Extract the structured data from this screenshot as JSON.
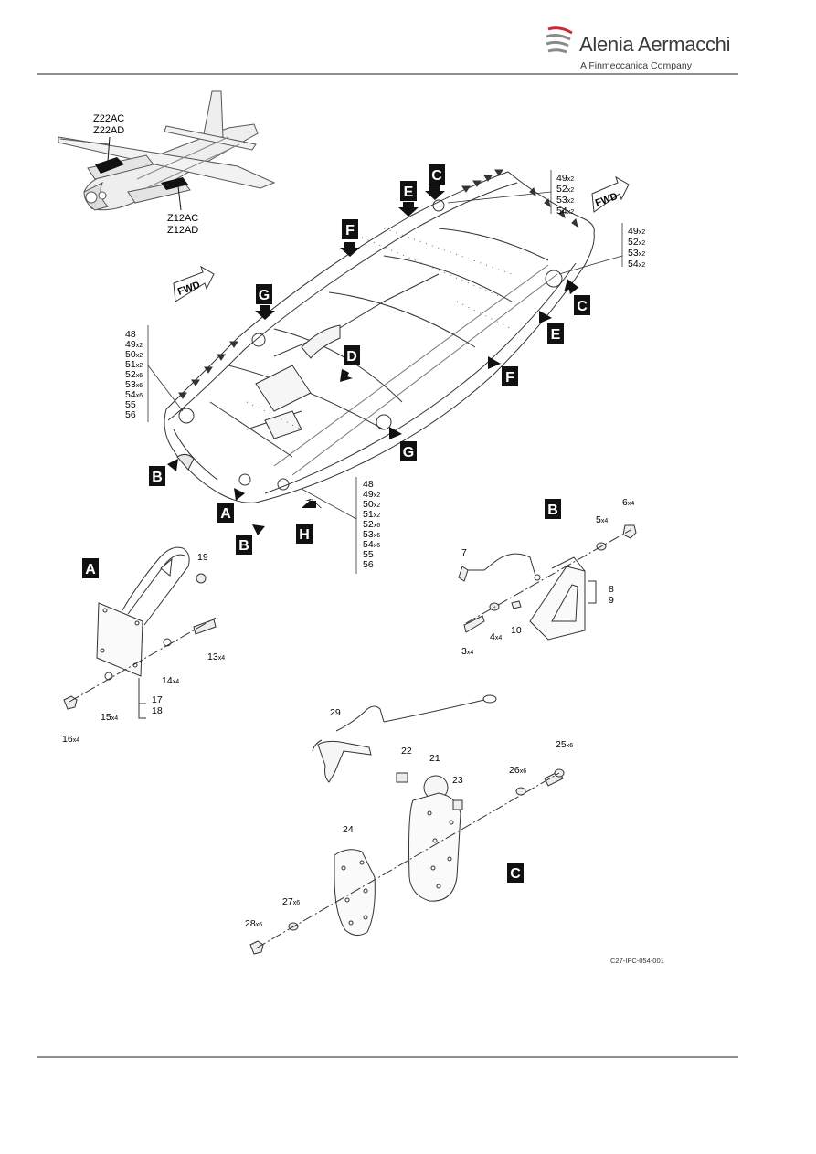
{
  "header": {
    "brand": "Alenia Aermacchi",
    "tagline": "A Finmeccanica Company",
    "brand_color": "#d22630"
  },
  "figure_ref": "C27-IPC-054-001",
  "aircraft_zones": [
    "Z22AC",
    "Z22AD",
    "Z12AC",
    "Z12AD"
  ],
  "fwd_label": "FWD",
  "callouts": {
    "A": "A",
    "B": "B",
    "C": "C",
    "D": "D",
    "E": "E",
    "F": "F",
    "G": "G",
    "H": "H"
  },
  "item_lists": {
    "top_right": [
      "49",
      "52",
      "53",
      "54"
    ],
    "top_right_qty": [
      "x2",
      "x2",
      "x2",
      "x2"
    ],
    "right": [
      "49",
      "52",
      "53",
      "54"
    ],
    "right_qty": [
      "x2",
      "x2",
      "x2",
      "x2"
    ],
    "left": [
      "48",
      "49",
      "50",
      "51",
      "52",
      "53",
      "54",
      "55",
      "56"
    ],
    "left_qty": [
      "",
      "x2",
      "x2",
      "x2",
      "x6",
      "x6",
      "x6",
      "",
      ""
    ],
    "bottom": [
      "48",
      "49",
      "50",
      "51",
      "52",
      "53",
      "54",
      "55",
      "56"
    ],
    "bottom_qty": [
      "",
      "x2",
      "x2",
      "x2",
      "x6",
      "x6",
      "x6",
      "",
      ""
    ]
  },
  "detail_a_items": {
    "n19": "19",
    "n13": "13",
    "q13": "x4",
    "n14": "14",
    "q14": "x4",
    "n15": "15",
    "q15": "x4",
    "n16": "16",
    "q16": "x4",
    "n17": "17",
    "n18": "18"
  },
  "detail_b_items": {
    "n6": "6",
    "q6": "x4",
    "n5": "5",
    "q5": "x4",
    "n7": "7",
    "n8": "8",
    "n9": "9",
    "n10": "10",
    "n4": "4",
    "q4": "x4",
    "n3": "3",
    "q3": "x4"
  },
  "detail_c_items": {
    "n29": "29",
    "n22": "22",
    "n21": "21",
    "n23": "23",
    "n25": "25",
    "q25": "x6",
    "n26": "26",
    "q26": "x6",
    "n24": "24",
    "n27": "27",
    "q27": "x6",
    "n28": "28",
    "q28": "x6"
  }
}
